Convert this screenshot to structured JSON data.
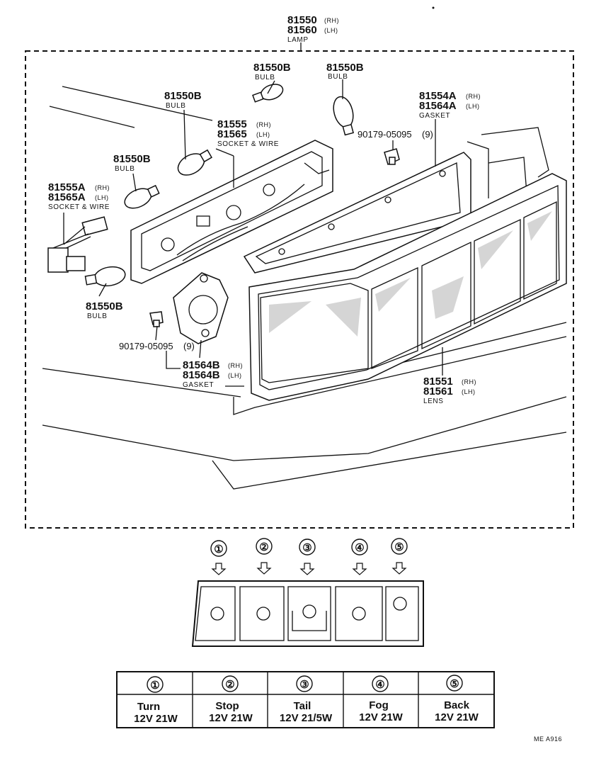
{
  "lamp": {
    "rh": "81550",
    "rh_tag": "(RH)",
    "lh": "81560",
    "lh_tag": "(LH)",
    "name": "LAMP"
  },
  "bulbs": [
    {
      "part": "81550B",
      "name": "BULB"
    },
    {
      "part": "81550B",
      "name": "BULB"
    },
    {
      "part": "81550B",
      "name": "BULB"
    },
    {
      "part": "81550B",
      "name": "BULB"
    },
    {
      "part": "81550B",
      "name": "BULB"
    }
  ],
  "socket_wire": {
    "rh": "81555",
    "rh_tag": "(RH)",
    "lh": "81565",
    "lh_tag": "(LH)",
    "name": "SOCKET & WIRE"
  },
  "socket_wire_a": {
    "rh": "81555A",
    "rh_tag": "(RH)",
    "lh": "81565A",
    "lh_tag": "(LH)",
    "name": "SOCKET & WIRE"
  },
  "gasket_a": {
    "rh": "81554A",
    "rh_tag": "(RH)",
    "lh": "81564A",
    "lh_tag": "(LH)",
    "name": "GASKET"
  },
  "gasket_b": {
    "rh": "81564B",
    "rh_tag": "(RH)",
    "lh": "81564B",
    "lh_tag": "(LH)",
    "name": "GASKET"
  },
  "nut_upper": {
    "part": "90179-05095",
    "qty": "(9)"
  },
  "nut_lower": {
    "part": "90179-05095",
    "qty": "(9)"
  },
  "lens": {
    "rh": "81551",
    "rh_tag": "(RH)",
    "lh": "81561",
    "lh_tag": "(LH)",
    "name": "LENS"
  },
  "positions": [
    "①",
    "②",
    "③",
    "④",
    "⑤"
  ],
  "bulb_table": [
    {
      "num": "①",
      "function": "Turn",
      "spec": "12V 21W"
    },
    {
      "num": "②",
      "function": "Stop",
      "spec": "12V 21W"
    },
    {
      "num": "③",
      "function": "Tail",
      "spec": "12V 21/5W"
    },
    {
      "num": "④",
      "function": "Fog",
      "spec": "12V 21W"
    },
    {
      "num": "⑤",
      "function": "Back",
      "spec": "12V 21W"
    }
  ],
  "figure_code": "ME A916"
}
